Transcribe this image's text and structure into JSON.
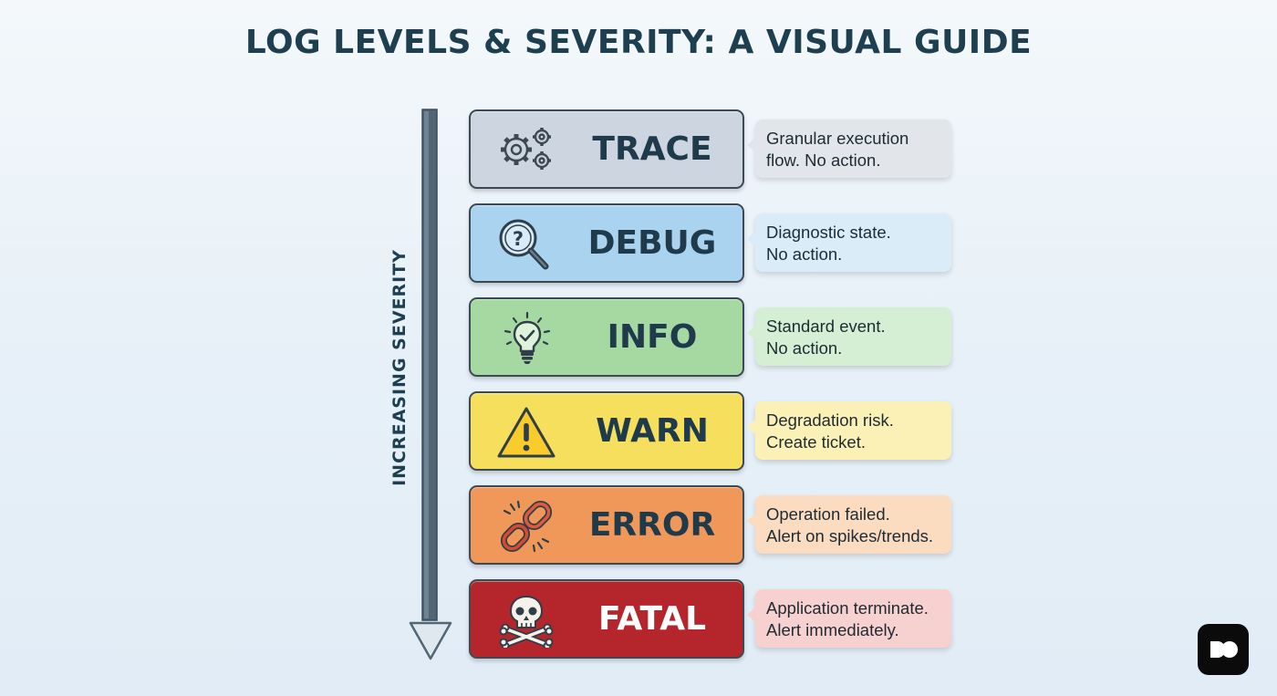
{
  "title": "LOG LEVELS & SEVERITY: A VISUAL GUIDE",
  "axis_label": "INCREASING SEVERITY",
  "levels": [
    {
      "name": "TRACE",
      "icon": "gears-icon",
      "color": "#cdd6e0",
      "note_color": "#e2e6eb",
      "note": [
        "Granular execution",
        "flow. No action."
      ]
    },
    {
      "name": "DEBUG",
      "icon": "magnifier-question-icon",
      "color": "#a9d3ef",
      "note_color": "#d9ecf8",
      "note": [
        "Diagnostic state.",
        "No action."
      ]
    },
    {
      "name": "INFO",
      "icon": "lightbulb-check-icon",
      "color": "#a5d9a1",
      "note_color": "#d4efd3",
      "note": [
        "Standard event.",
        "No action."
      ]
    },
    {
      "name": "WARN",
      "icon": "warning-triangle-icon",
      "color": "#f7df5e",
      "note_color": "#fbf0b5",
      "note": [
        "Degradation risk.",
        "Create ticket."
      ]
    },
    {
      "name": "ERROR",
      "icon": "broken-chain-icon",
      "color": "#f0985a",
      "note_color": "#fbdcc0",
      "note": [
        "Operation failed.",
        "Alert on spikes/trends."
      ]
    },
    {
      "name": "FATAL",
      "icon": "skull-crossbones-icon",
      "color": "#b5262c",
      "note_color": "#f7d0d0",
      "note": [
        "Application terminate.",
        "Alert immediately."
      ]
    }
  ],
  "logo": {
    "icon": "brand-logo-icon"
  }
}
